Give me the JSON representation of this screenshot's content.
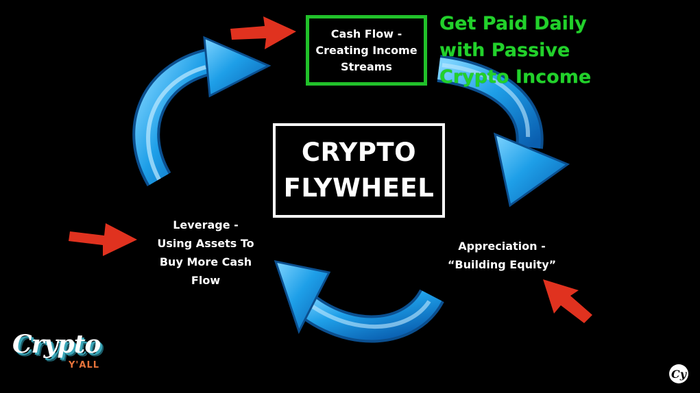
{
  "diagram": {
    "center_title": [
      "CRYPTO",
      "FLYWHEEL"
    ],
    "nodes": {
      "cash_flow": [
        "Cash Flow -",
        "Creating Income",
        "Streams"
      ],
      "appreciation": [
        "Appreciation -",
        "“Building Equity”"
      ],
      "leverage": [
        "Leverage -",
        "Using Assets To",
        "Buy More Cash",
        "Flow"
      ]
    },
    "promo": [
      "Get Paid Daily",
      "with Passive",
      "Crypto Income"
    ]
  },
  "branding": {
    "logo_script": "Crypto",
    "logo_sub": "Y'ALL",
    "badge_mark": "Cy"
  },
  "colors": {
    "background": "#000000",
    "promo_green": "#22d12b",
    "box_green_border": "#21c12a",
    "arrow_blue": "#1e9fe8",
    "pointer_red": "#e0321f"
  }
}
